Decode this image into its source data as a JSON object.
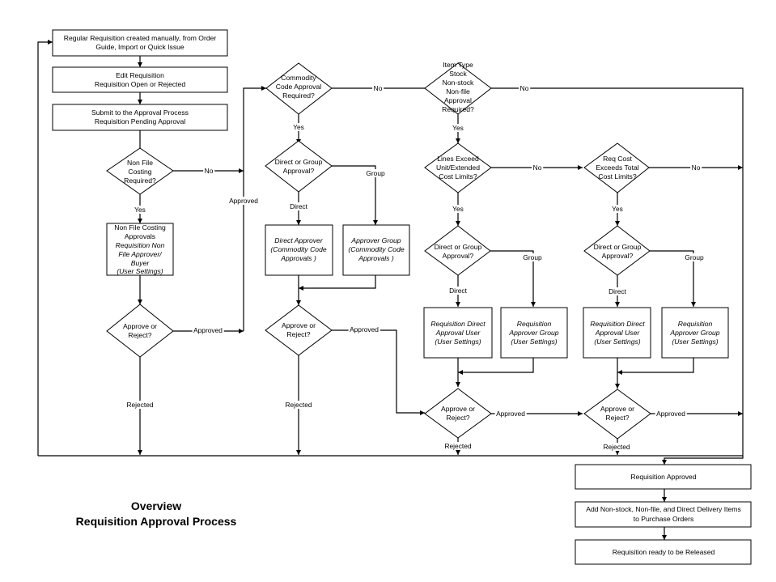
{
  "diagram": {
    "title": {
      "line1": "Overview",
      "line2": "Requisition Approval Process"
    },
    "colors": {
      "stroke": "#000000",
      "background": "#ffffff"
    },
    "nodes": {
      "create": {
        "lines": [
          "Regular Requisition created manually, from Order",
          "Guide, Import or Quick Issue"
        ]
      },
      "edit": {
        "lines": [
          "Edit Requisition",
          "Requisition Open or Rejected"
        ]
      },
      "submit": {
        "lines": [
          "Submit to the Approval Process",
          "Requisition Pending Approval"
        ]
      },
      "nonfile_q": {
        "lines": [
          "Non File",
          "Costing",
          "Required?"
        ]
      },
      "nonfile_box": {
        "lines": [
          "Non File Costing",
          "Approvals"
        ],
        "italic_lines": [
          "Requisition Non",
          "File Approver/",
          "Buyer",
          "(User Settings)"
        ]
      },
      "approve1": {
        "lines": [
          "Approve or",
          "Reject?"
        ]
      },
      "commodity_q": {
        "lines": [
          "Commodity",
          "Code Approval",
          "Required?"
        ]
      },
      "direct_group1": {
        "lines": [
          "Direct or Group",
          "Approval?"
        ]
      },
      "direct_approver": {
        "italic_lines": [
          "Direct Approver",
          "(Commodity Code",
          "Approvals )"
        ]
      },
      "approver_group": {
        "italic_lines": [
          "Approver Group",
          "(Commodity Code",
          "Approvals )"
        ]
      },
      "approve2": {
        "lines": [
          "Approve or",
          "Reject?"
        ]
      },
      "itemtype_q": {
        "lines": [
          "Item Type",
          "Stock",
          "Non-stock",
          "Non-file",
          "Approval",
          "Required?"
        ]
      },
      "lines_exceed_q": {
        "lines": [
          "Lines Exceed",
          "Unit/Extended",
          "Cost Limits?"
        ]
      },
      "direct_group2": {
        "lines": [
          "Direct or Group",
          "Approval?"
        ]
      },
      "req_direct1": {
        "italic_lines": [
          "Requisition Direct",
          "Approval User",
          "(User Settings)"
        ]
      },
      "req_group1": {
        "italic_lines": [
          "Requisition",
          "Approver Group",
          "(User Settings)"
        ]
      },
      "approve3": {
        "lines": [
          "Approve or",
          "Reject?"
        ]
      },
      "req_cost_q": {
        "lines": [
          "Req Cost",
          "Exceeds Total",
          "Cost Limits?"
        ]
      },
      "direct_group3": {
        "lines": [
          "Direct or Group",
          "Approval?"
        ]
      },
      "req_direct2": {
        "italic_lines": [
          "Requisition Direct",
          "Approval User",
          "(User Settings)"
        ]
      },
      "req_group2": {
        "italic_lines": [
          "Requisition",
          "Approver Group",
          "(User Settings)"
        ]
      },
      "approve4": {
        "lines": [
          "Approve or",
          "Reject?"
        ]
      },
      "approved": {
        "lines": [
          "Requisition Approved"
        ]
      },
      "add_po": {
        "lines": [
          "Add Non-stock, Non-file, and Direct Delivery Items",
          "to Purchase Orders"
        ]
      },
      "ready": {
        "lines": [
          "Requisition ready to be Released"
        ]
      }
    },
    "edge_labels": {
      "yes": "Yes",
      "no": "No",
      "approved": "Approved",
      "rejected": "Rejected",
      "direct": "Direct",
      "group": "Group"
    }
  }
}
